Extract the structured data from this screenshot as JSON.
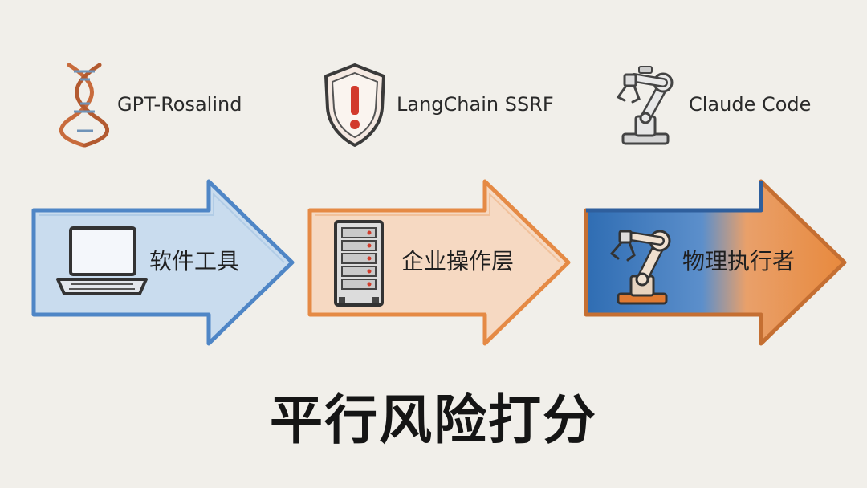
{
  "top_items": [
    {
      "label": "GPT-Rosalind",
      "icon": "dna-icon"
    },
    {
      "label": "LangChain SSRF",
      "icon": "warning-shield-icon"
    },
    {
      "label": "Claude Code",
      "icon": "robot-arm-icon"
    }
  ],
  "arrows": [
    {
      "label": "软件工具",
      "icon": "laptop-icon",
      "color": "#4f86c6"
    },
    {
      "label": "企业操作层",
      "icon": "server-rack-icon",
      "color": "#e58a45"
    },
    {
      "label": "物理执行者",
      "icon": "robot-arm-icon",
      "color_start": "#2f6db3",
      "color_end": "#e8893d"
    }
  ],
  "title": "平行风险打分"
}
